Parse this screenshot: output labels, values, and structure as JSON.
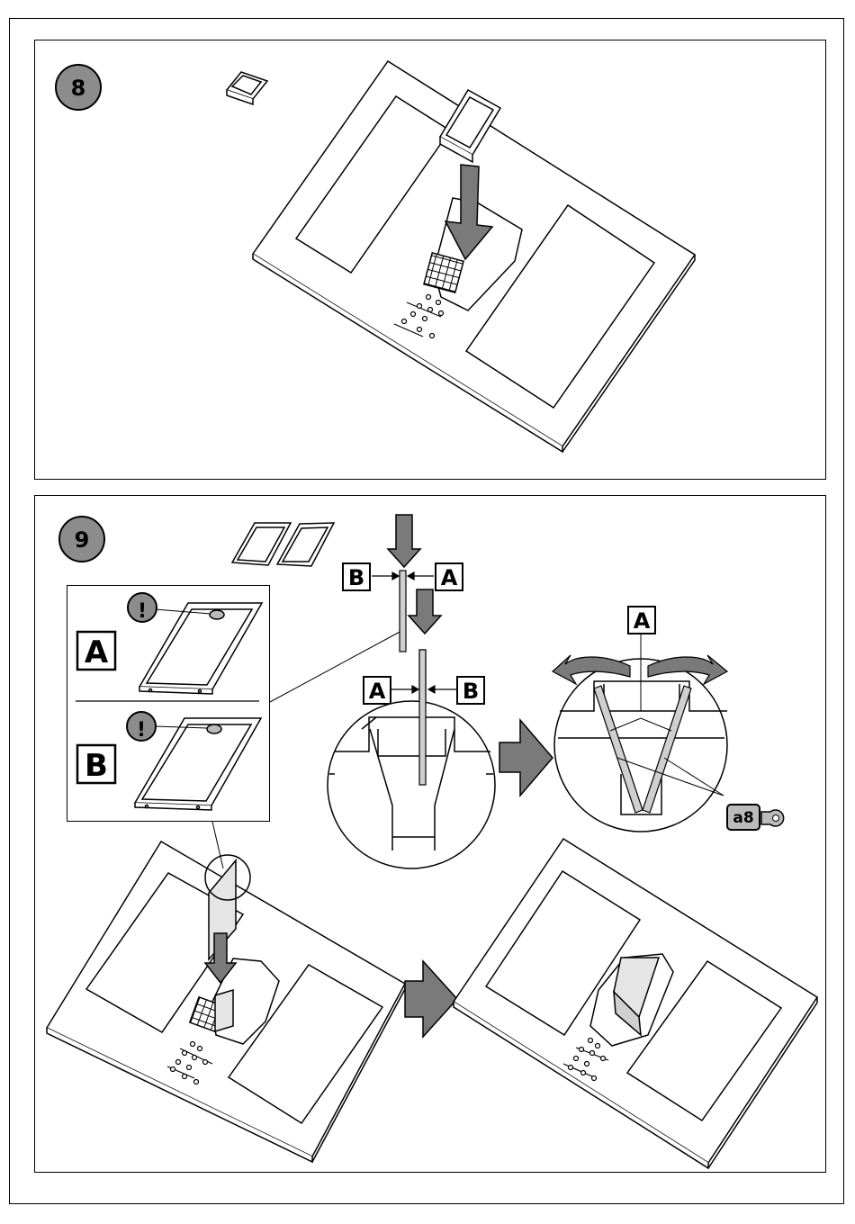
{
  "steps": {
    "step_8": {
      "number": "8"
    },
    "step_9": {
      "number": "9"
    }
  },
  "labels": {
    "filter_a": "A",
    "filter_b": "B",
    "callout_b_left": "B",
    "callout_a_right": "A",
    "callout_a_left": "A",
    "callout_b_right": "B",
    "callout_a_top": "A",
    "tool_code": "a8"
  },
  "icons": {
    "warning": "exclamation-icon",
    "tool": "wrench-icon"
  },
  "colors": {
    "badge_fill": "#8c8c8c",
    "arrow_fill": "#7a7a7a",
    "line": "#000000"
  }
}
